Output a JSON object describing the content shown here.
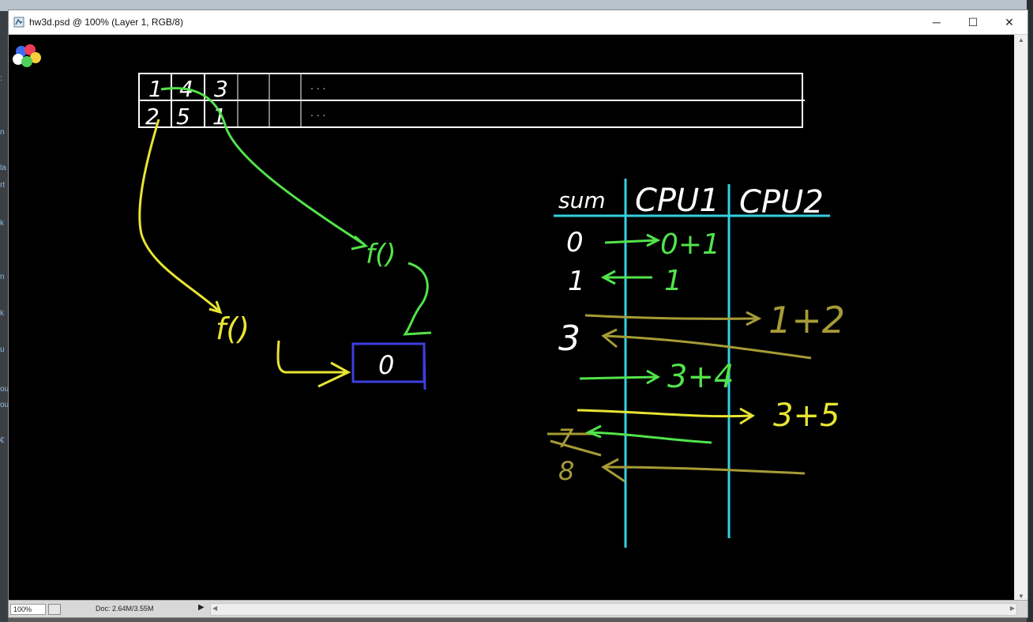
{
  "window": {
    "title": "hw3d.psd @ 100% (Layer 1, RGB/8)"
  },
  "controls": {
    "minimize": "─",
    "maximize": "☐",
    "close": "✕"
  },
  "statusbar": {
    "zoom": "100%",
    "doc": "Doc: 2.64M/3.55M",
    "arrow": "▶",
    "scroll_left": "◀",
    "scroll_right": "▶"
  },
  "scroll": {
    "up": "▲",
    "down": "▼"
  },
  "edge_text": [
    ":",
    "n",
    "la",
    "rt",
    "k",
    "n",
    "k",
    "u",
    "ou",
    "ou",
    "€"
  ],
  "drawing": {
    "array_row1": [
      "1",
      "4",
      "3"
    ],
    "array_row2": [
      "2",
      "5",
      "1"
    ],
    "ellipsis_row1": ". . .",
    "ellipsis_row2": ". . .",
    "func_green": "f()",
    "func_yellow": "f()",
    "box_value": "0",
    "table_headers": [
      "sum",
      "CPU1",
      "CPU2"
    ],
    "sum_values": [
      "0",
      "1",
      "3",
      "7",
      "8"
    ],
    "cpu1_entries": [
      "0+1",
      "1",
      "3+4"
    ],
    "cpu2_entries": [
      "1+2",
      "3+5"
    ],
    "colors": {
      "background": "#000000",
      "chalk": "#ffffff",
      "green": "#52e34a",
      "yellow": "#e8e433",
      "olive": "#a69b36",
      "cyan": "#35cfe0",
      "blue": "#3e3ee0"
    }
  }
}
